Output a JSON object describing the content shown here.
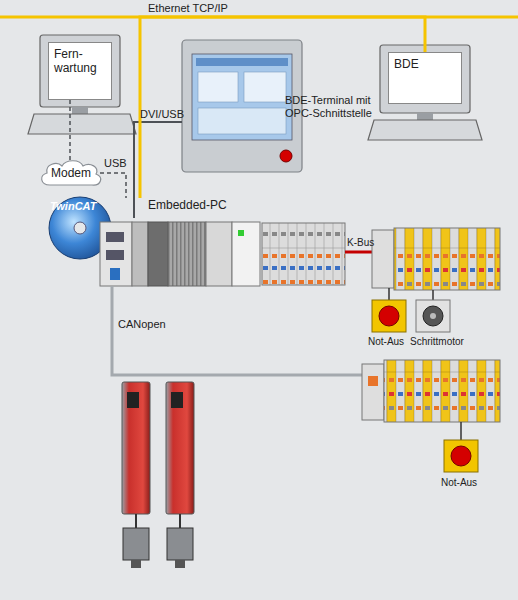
{
  "diagram": {
    "nodes": [
      {
        "text": [
          "Fern- wartung"
        ]
      },
      {
        "text": [
          "BDE"
        ]
      },
      {
        "text": [
          "Modem"
        ]
      },
      {
        "text": [
          "Embedded-PC"
        ]
      }
    ],
    "edges": [
      {
        "from": 2,
        "to": 0,
        "arrow": "none"
      },
      {
        "from": 2,
        "to": 3,
        "label": "USB",
        "arrow": "none"
      },
      {
        "from": 3,
        "to": 1,
        "arrow": "none"
      }
    ],
    "labels": [
      "BDE-Terminal mit OPC-Schnittstelle",
      "Ethernet TCP/IP",
      "DVI/USB",
      "TwinCAT",
      "K-Bus",
      "Not-Aus",
      "Schrittmotor",
      "CANopen",
      "Not-Aus"
    ]
  }
}
